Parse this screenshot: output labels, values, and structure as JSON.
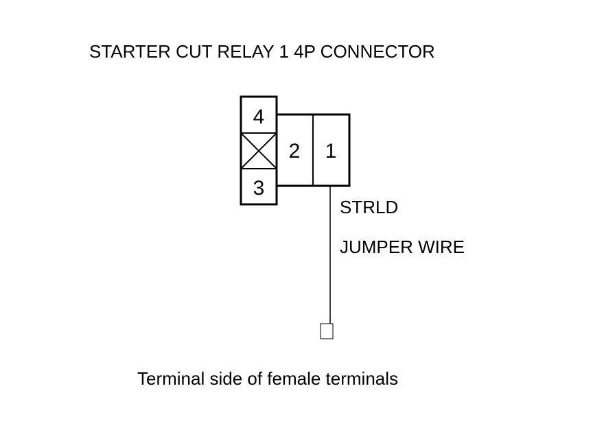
{
  "diagram": {
    "title": "STARTER CUT RELAY 1 4P CONNECTOR",
    "caption": "Terminal side of female terminals",
    "connector": {
      "terminals": [
        {
          "pin": "4"
        },
        {
          "pin": "3"
        },
        {
          "pin": "2"
        },
        {
          "pin": "1"
        }
      ],
      "blocked_cavity": "crossed-box-icon"
    },
    "wire": {
      "label_1": "STRLD",
      "label_2": "JUMPER WIRE",
      "terminal_icon": "wire-end-terminal-icon"
    },
    "colors": {
      "line": "#000000",
      "background": "#ffffff"
    }
  }
}
